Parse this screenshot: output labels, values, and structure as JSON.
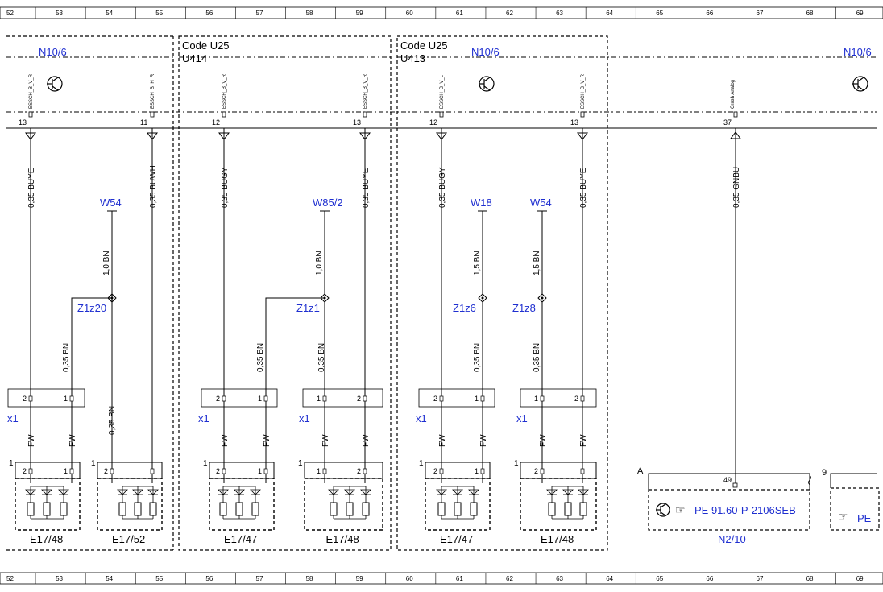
{
  "ruler": {
    "columns": [
      "52",
      "53",
      "54",
      "55",
      "56",
      "57",
      "58",
      "59",
      "60",
      "61",
      "62",
      "63",
      "64",
      "65",
      "66",
      "67",
      "68",
      "69"
    ]
  },
  "frames": [
    {
      "code": "",
      "variant": ""
    },
    {
      "code": "Code U25",
      "variant": "U414"
    },
    {
      "code": "Code U25",
      "variant": "U413"
    }
  ],
  "connector_refs": [
    "N10/6",
    "N10/6",
    "N10/6"
  ],
  "pins": [
    {
      "signal": "ESSCH_B_V_R",
      "num": "13",
      "wire": "0,35 BUYE"
    },
    {
      "signal": "ESSCH_B_H_R",
      "num": "11",
      "wire": "0,35 BUWH"
    },
    {
      "signal": "ESSCH_B_V_R",
      "num": "12",
      "wire": "0,35 BUGY"
    },
    {
      "signal": "ESSCH_B_V_R",
      "num": "13",
      "wire": "0,35 BUYE"
    },
    {
      "signal": "ESSCH_B_V_L",
      "num": "12",
      "wire": "0,35 BUGY"
    },
    {
      "signal": "ESSCH_B_V_R",
      "num": "13",
      "wire": "0,35 BUYE"
    },
    {
      "signal": "Crash Analog",
      "num": "37",
      "wire": "0,35 GNBU"
    }
  ],
  "grounds": [
    {
      "label": "W54",
      "wire": "1,0 BN",
      "splice": "Z1z20",
      "branch": "0,35 BN"
    },
    {
      "label": "W85/2",
      "wire": "1,0 BN",
      "splice": "Z1z1",
      "branch": "0,35 BN"
    },
    {
      "label": "W18",
      "wire": "1,5 BN",
      "splice": "Z1z6",
      "branch": "0,35 BN"
    },
    {
      "label": "W54",
      "wire": "1,5 BN",
      "splice": "Z1z8",
      "branch": "0,35 BN"
    }
  ],
  "extra_wire": "0,35 BN",
  "plug": {
    "label": "x1",
    "pins": [
      [
        "2",
        "1"
      ],
      [
        "2",
        "1"
      ],
      [
        "1",
        "2"
      ],
      [
        "2",
        "1"
      ],
      [
        "1",
        "2"
      ]
    ]
  },
  "fw_label": "FW",
  "lamps": [
    {
      "name": "E17/48",
      "pins": [
        "1",
        "2",
        "1"
      ]
    },
    {
      "name": "E17/52",
      "pins": [
        "1",
        "2"
      ]
    },
    {
      "name": "E17/47",
      "pins": [
        "1",
        "2",
        "1"
      ]
    },
    {
      "name": "E17/48",
      "pins": [
        "1",
        "1",
        "2"
      ]
    },
    {
      "name": "E17/47",
      "pins": [
        "1",
        "2",
        "1"
      ]
    },
    {
      "name": "E17/48",
      "pins": [
        "1",
        "2"
      ]
    }
  ],
  "module": {
    "name": "N2/10",
    "corner": "A",
    "pin": "49",
    "ref": "PE 91.60-P-2106SEB",
    "next_corner": "9",
    "next_ref": "PE"
  },
  "colors": {
    "label": "#1f2fd0",
    "line": "#000000"
  }
}
